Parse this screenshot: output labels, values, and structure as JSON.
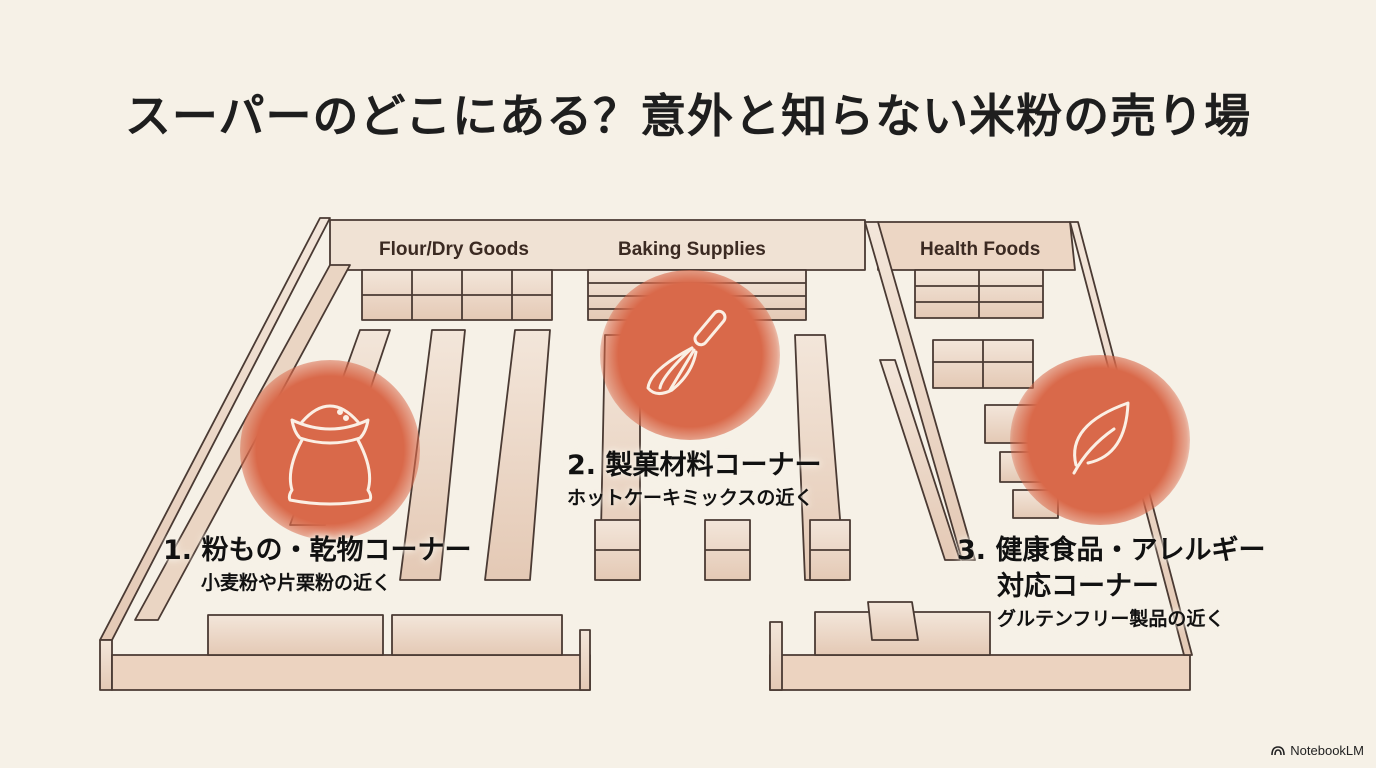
{
  "title": "スーパーのどこにある？意外と知らない米粉の売り場",
  "sections": {
    "flour": "Flour/Dry Goods",
    "baking": "Baking Supplies",
    "health": "Health Foods"
  },
  "callouts": [
    {
      "number": "1.",
      "heading": "粉もの・乾物コーナー",
      "sub": "小麦粉や片栗粉の近く",
      "icon": "flour-sack-icon"
    },
    {
      "number": "2.",
      "heading": "製菓材料コーナー",
      "sub": "ホットケーキミックスの近く",
      "icon": "whisk-icon"
    },
    {
      "number": "3.",
      "heading_line1": "健康食品・アレルギー",
      "heading_line2": "対応コーナー",
      "sub": "グルテンフリー製品の近く",
      "icon": "leaf-icon"
    }
  ],
  "colors": {
    "accent": "#d9694a",
    "background": "#f6f1e7",
    "fixture": "#ecd9c9",
    "line": "#4a3a33"
  },
  "brand": "NotebookLM"
}
